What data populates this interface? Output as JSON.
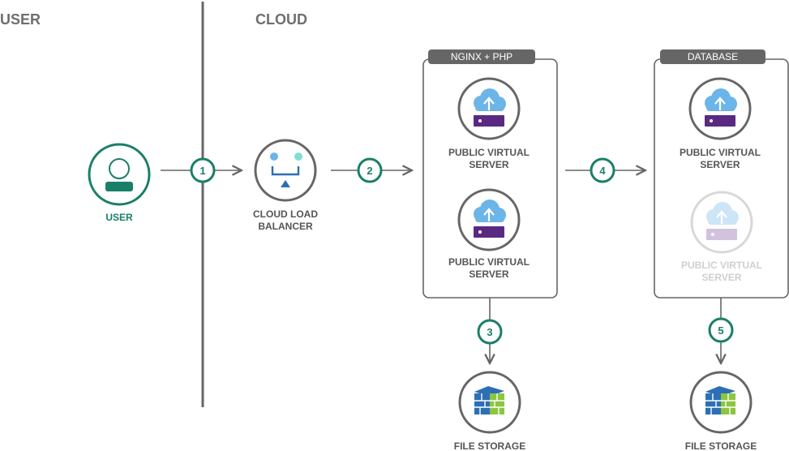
{
  "columns": {
    "user": "USER",
    "cloud": "CLOUD"
  },
  "nodes": {
    "user": "USER",
    "lb_line1": "CLOUD LOAD",
    "lb_line2": "BALANCER",
    "web_vs1_line1": "PUBLIC VIRTUAL",
    "web_vs1_line2": "SERVER",
    "web_vs2_line1": "PUBLIC VIRTUAL",
    "web_vs2_line2": "SERVER",
    "db_vs1_line1": "PUBLIC VIRTUAL",
    "db_vs1_line2": "SERVER",
    "db_vs2_line1": "PUBLIC VIRTUAL",
    "db_vs2_line2": "SERVER",
    "fs1": "FILE STORAGE",
    "fs2": "FILE STORAGE"
  },
  "groups": {
    "web": "NGINX + PHP",
    "db": "DATABASE"
  },
  "steps": [
    "1",
    "2",
    "3",
    "4",
    "5"
  ],
  "colors": {
    "teal": "#1a7f68",
    "purple": "#5a2a82",
    "cloud": "#6cb5e8",
    "gray": "#666666",
    "faded": "#d6d6d6",
    "storage_blue": "#2d6fb5",
    "storage_green": "#8cc63f"
  }
}
